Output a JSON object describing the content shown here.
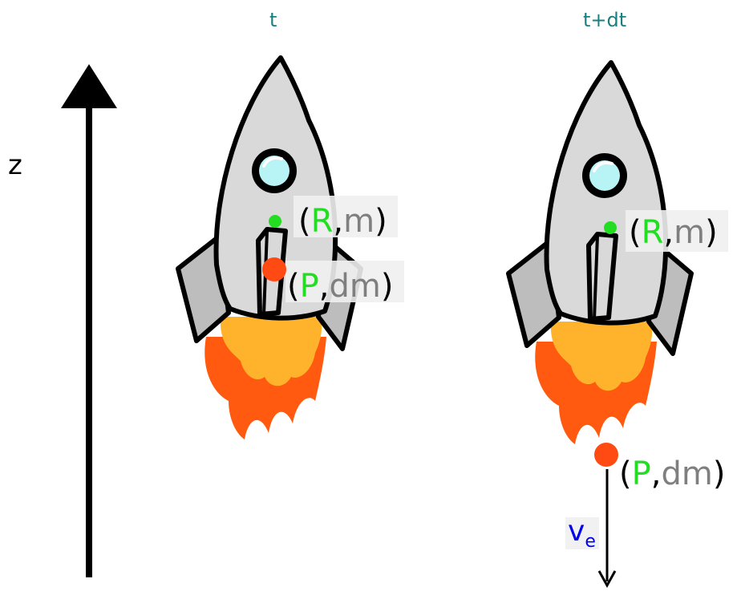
{
  "time_labels": {
    "left": "t",
    "right": "t+dt"
  },
  "axis_label": "z",
  "rocket_mass_label": {
    "open": "(",
    "symbol": "R",
    "sep": ",",
    "mass": "m",
    "close": ")"
  },
  "particle_label": {
    "open": "(",
    "symbol": "P",
    "sep": ",",
    "mass": "dm",
    "close": ")"
  },
  "exhaust_velocity": {
    "symbol": "v",
    "subscript": "e"
  },
  "colors": {
    "rocket_body": "#d9d9d9",
    "fins": "#bdbdbd",
    "window": "#b8f3f6",
    "flame_outer": "#ff5a0f",
    "flame_inner": "#ffb32c",
    "center_of_mass": "#22dd22",
    "particle": "#ff4a14",
    "velocity_text": "#0000ee",
    "time_text": "#1a7f7f"
  }
}
